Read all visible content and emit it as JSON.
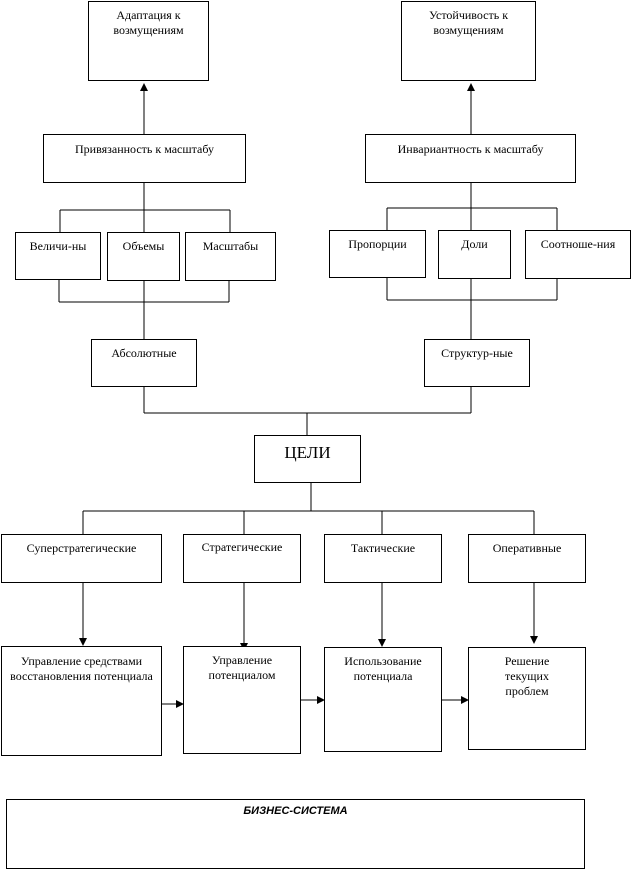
{
  "top_left": {
    "title": "Адаптация к возмущениям"
  },
  "top_right": {
    "title": "Устойчивость к возмущениям"
  },
  "mid_left": {
    "title": "Привязанность к масштабу"
  },
  "mid_right": {
    "title": "Инвариантность к масштабу"
  },
  "left_group": {
    "items": [
      "Величи-ны",
      "Объемы",
      "Масштабы"
    ]
  },
  "right_group": {
    "items": [
      "Пропорции",
      "Доли",
      "Соотноше-ния"
    ]
  },
  "absolute": {
    "title": "Абсолютные"
  },
  "structural": {
    "title": "Структур-ные"
  },
  "goals": {
    "title": "ЦЕЛИ"
  },
  "goal_types": {
    "items": [
      "Суперстратегические",
      "Стратегические",
      "Тактические",
      "Оперативные"
    ]
  },
  "management": {
    "items": [
      "Управление средствами восстановления потенциала",
      "Управление потенциалом",
      "Использование потенциала",
      "Решение текущих проблем"
    ]
  },
  "business_system": {
    "title": "БИЗНЕС-СИСТЕМА"
  }
}
